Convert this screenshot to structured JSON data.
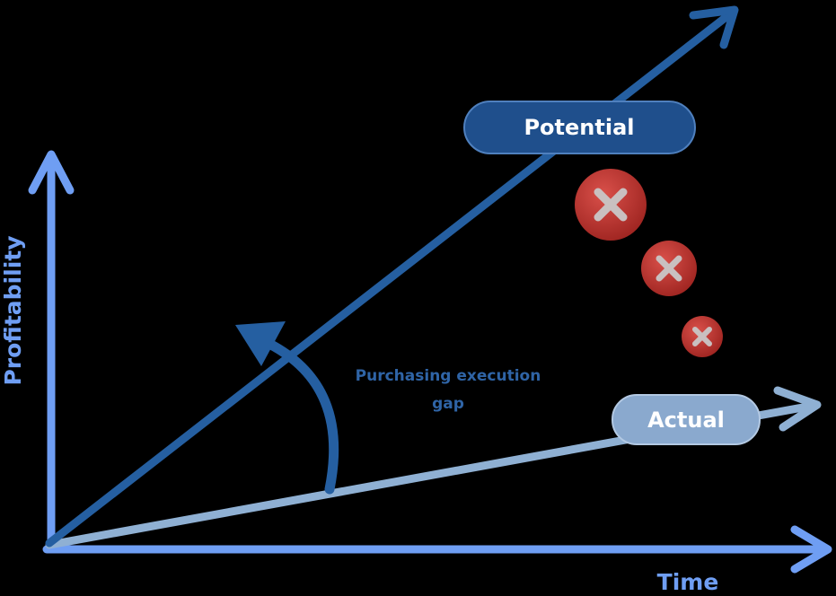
{
  "diagram": {
    "y_axis_label": "Profitability",
    "x_axis_label": "Time",
    "potential_label": "Potential",
    "actual_label": "Actual",
    "gap_label_line1": "Purchasing execution",
    "gap_label_line2": "gap"
  },
  "markers": [
    {
      "name": "x-mark-icon-large"
    },
    {
      "name": "x-mark-icon-medium"
    },
    {
      "name": "x-mark-icon-small"
    }
  ],
  "colors": {
    "background": "#000000",
    "axis": "#6f9ef3",
    "potential_line": "#255fa1",
    "potential_pill": "#1f4f8c",
    "actual_line": "#8fb0d3",
    "actual_pill": "#8aa9ce",
    "gap_arc": "#255fa1",
    "gap_text": "#2f64a6",
    "marker_red": "#c63a35",
    "marker_x": "#c9c0c0"
  }
}
